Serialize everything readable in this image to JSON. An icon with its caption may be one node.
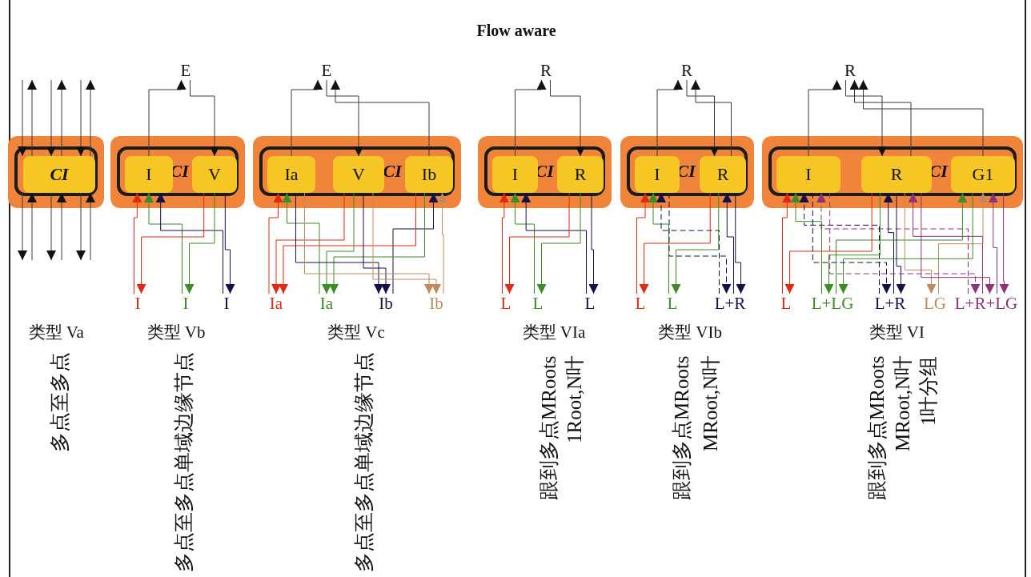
{
  "diagram": {
    "title": "Flow aware",
    "nodes": [
      {
        "text": [],
        "shape": "box"
      },
      {
        "text": [],
        "shape": "box",
        "in": 0
      },
      {
        "text": [
          "CI"
        ],
        "in": 1
      },
      {
        "text": [],
        "shape": "box"
      },
      {
        "text": [
          "CI"
        ],
        "in": 3
      },
      {
        "text": [
          "I"
        ],
        "in": 4
      },
      {
        "text": [
          "V"
        ],
        "in": 4
      },
      {
        "text": [
          "E"
        ]
      },
      {
        "text": [
          "I"
        ]
      },
      {
        "text": [
          "I"
        ]
      },
      {
        "text": [
          "I"
        ]
      },
      {
        "text": [],
        "shape": "box"
      },
      {
        "text": [
          "CI"
        ],
        "in": 11
      },
      {
        "text": [
          "Ia"
        ],
        "in": 12
      },
      {
        "text": [
          "V"
        ],
        "in": 12
      },
      {
        "text": [
          "Ib"
        ],
        "in": 12
      },
      {
        "text": [
          "E"
        ]
      },
      {
        "text": [
          "Ia"
        ]
      },
      {
        "text": [
          "Ia"
        ]
      },
      {
        "text": [
          "Ib"
        ]
      },
      {
        "text": [
          "Ib"
        ]
      },
      {
        "text": [],
        "shape": "box"
      },
      {
        "text": [
          "CI"
        ],
        "in": 21
      },
      {
        "text": [
          "I"
        ],
        "in": 22
      },
      {
        "text": [
          "R"
        ],
        "in": 22
      },
      {
        "text": [
          "R"
        ]
      },
      {
        "text": [
          "L"
        ]
      },
      {
        "text": [
          "L"
        ]
      },
      {
        "text": [
          "L"
        ]
      },
      {
        "text": [],
        "shape": "box"
      },
      {
        "text": [
          "CI"
        ],
        "in": 29
      },
      {
        "text": [
          "I"
        ],
        "in": 30
      },
      {
        "text": [
          "R"
        ],
        "in": 30
      },
      {
        "text": [
          "R"
        ]
      },
      {
        "text": [
          "L"
        ]
      },
      {
        "text": [
          "L"
        ]
      },
      {
        "text": [
          "L+R"
        ]
      },
      {
        "text": [],
        "shape": "box"
      },
      {
        "text": [
          "CI"
        ],
        "in": 37
      },
      {
        "text": [
          "I"
        ],
        "in": 38
      },
      {
        "text": [
          "R"
        ],
        "in": 38
      },
      {
        "text": [
          "G1"
        ],
        "in": 38
      },
      {
        "text": [
          "R"
        ]
      },
      {
        "text": [
          "L"
        ]
      },
      {
        "text": [
          "L+LG"
        ]
      },
      {
        "text": [
          "L+R"
        ]
      },
      {
        "text": [
          "LG"
        ]
      },
      {
        "text": [
          "L+R+LG"
        ]
      }
    ],
    "edges": [
      {
        "from": null,
        "to": 2,
        "arrow": "to"
      },
      {
        "from": 2,
        "to": null,
        "arrow": "to"
      },
      {
        "from": 2,
        "to": null,
        "arrow": "to"
      },
      {
        "from": null,
        "to": 2,
        "arrow": "to"
      },
      {
        "from": null,
        "to": 2,
        "arrow": "to"
      },
      {
        "from": 2,
        "to": null,
        "arrow": "to"
      },
      {
        "from": 2,
        "to": null,
        "arrow": "to"
      },
      {
        "from": null,
        "to": 2,
        "arrow": "to"
      },
      {
        "from": null,
        "to": 2,
        "arrow": "to"
      },
      {
        "from": 2,
        "to": null,
        "arrow": "to"
      },
      {
        "from": 2,
        "to": null,
        "arrow": "to"
      },
      {
        "from": null,
        "to": 2,
        "arrow": "to"
      },
      {
        "from": 5,
        "to": 7,
        "arrow": "to"
      },
      {
        "from": 7,
        "to": 6,
        "arrow": "to"
      },
      {
        "from": 8,
        "to": 5,
        "arrow": "to",
        "color": "#e02a12"
      },
      {
        "from": 9,
        "to": 5,
        "arrow": "to",
        "color": "#3c8c28"
      },
      {
        "from": 10,
        "to": 5,
        "arrow": "to",
        "color": "#141048"
      },
      {
        "from": 6,
        "to": 8,
        "arrow": "to",
        "color": "#e02a12"
      },
      {
        "from": 6,
        "to": 9,
        "arrow": "to",
        "color": "#3c8c28"
      },
      {
        "from": 6,
        "to": 10,
        "arrow": "to",
        "color": "#141048"
      },
      {
        "from": 13,
        "to": 16,
        "arrow": "to"
      },
      {
        "from": 16,
        "to": 14,
        "arrow": "to"
      },
      {
        "from": 15,
        "to": 16,
        "arrow": "to"
      },
      {
        "from": 17,
        "to": 13,
        "arrow": "to",
        "color": "#e02a12"
      },
      {
        "from": 18,
        "to": 13,
        "arrow": "to",
        "color": "#3c8c28"
      },
      {
        "from": 19,
        "to": 15,
        "arrow": "to",
        "color": "#141048"
      },
      {
        "from": 20,
        "to": 15,
        "arrow": "to",
        "color": "#c08a60"
      },
      {
        "from": 14,
        "to": 17,
        "arrow": "to",
        "color": "#e02a12"
      },
      {
        "from": 15,
        "to": 17,
        "arrow": "to",
        "color": "#e02a12"
      },
      {
        "from": 14,
        "to": 18,
        "arrow": "to",
        "color": "#3c8c28"
      },
      {
        "from": 15,
        "to": 18,
        "arrow": "to",
        "color": "#3c8c28"
      },
      {
        "from": 13,
        "to": 19,
        "arrow": "to",
        "color": "#141048"
      },
      {
        "from": 14,
        "to": 19,
        "arrow": "to",
        "color": "#141048"
      },
      {
        "from": 13,
        "to": 20,
        "arrow": "to",
        "color": "#c08a60"
      },
      {
        "from": 14,
        "to": 20,
        "arrow": "to",
        "color": "#c08a60"
      },
      {
        "from": 23,
        "to": 25,
        "arrow": "to"
      },
      {
        "from": 25,
        "to": 24,
        "arrow": "to"
      },
      {
        "from": 26,
        "to": 23,
        "arrow": "to",
        "color": "#e02a12"
      },
      {
        "from": 27,
        "to": 23,
        "arrow": "to",
        "color": "#3c8c28"
      },
      {
        "from": 28,
        "to": 23,
        "arrow": "to",
        "color": "#141048"
      },
      {
        "from": 24,
        "to": 26,
        "arrow": "to",
        "color": "#e02a12"
      },
      {
        "from": 24,
        "to": 27,
        "arrow": "to",
        "color": "#3c8c28"
      },
      {
        "from": 24,
        "to": 28,
        "arrow": "to",
        "color": "#141048"
      },
      {
        "from": 31,
        "to": 33,
        "arrow": "to"
      },
      {
        "from": 33,
        "to": 32,
        "arrow": "to"
      },
      {
        "from": 32,
        "to": 33,
        "arrow": "to"
      },
      {
        "from": 34,
        "to": 31,
        "arrow": "to",
        "color": "#e02a12"
      },
      {
        "from": 35,
        "to": 31,
        "arrow": "to",
        "color": "#3c8c28"
      },
      {
        "from": 36,
        "to": 31,
        "arrow": "to",
        "color": "#141048",
        "style": "dashed"
      },
      {
        "from": 36,
        "to": 32,
        "arrow": "to",
        "color": "#141048"
      },
      {
        "from": 32,
        "to": 34,
        "arrow": "to",
        "color": "#e02a12"
      },
      {
        "from": 32,
        "to": 35,
        "arrow": "to",
        "color": "#3c8c28"
      },
      {
        "from": 31,
        "to": 36,
        "arrow": "to",
        "color": "#141048",
        "style": "dashed"
      },
      {
        "from": 32,
        "to": 36,
        "arrow": "to",
        "color": "#141048"
      },
      {
        "from": 39,
        "to": 42,
        "arrow": "to"
      },
      {
        "from": 42,
        "to": 40,
        "arrow": "to"
      },
      {
        "from": 40,
        "to": 42,
        "arrow": "to"
      },
      {
        "from": 41,
        "to": 42,
        "arrow": "to"
      },
      {
        "from": 43,
        "to": 39,
        "arrow": "to",
        "color": "#e02a12"
      },
      {
        "from": 44,
        "to": 39,
        "arrow": "to",
        "color": "#3c8c28"
      },
      {
        "from": 45,
        "to": 39,
        "arrow": "to",
        "color": "#141048",
        "style": "dashed"
      },
      {
        "from": 47,
        "to": 39,
        "arrow": "to",
        "color": "#8c3478",
        "style": "dashed"
      },
      {
        "from": 45,
        "to": 40,
        "arrow": "to",
        "color": "#141048"
      },
      {
        "from": 47,
        "to": 40,
        "arrow": "to",
        "color": "#8c3478"
      },
      {
        "from": 44,
        "to": 41,
        "arrow": "to",
        "color": "#3c8c28"
      },
      {
        "from": 46,
        "to": 41,
        "arrow": "to",
        "color": "#c08a60"
      },
      {
        "from": 47,
        "to": 41,
        "arrow": "to",
        "color": "#8c3478"
      },
      {
        "from": 40,
        "to": 43,
        "arrow": "to",
        "color": "#e02a12"
      },
      {
        "from": 40,
        "to": 44,
        "arrow": "to",
        "color": "#3c8c28"
      },
      {
        "from": 41,
        "to": 44,
        "arrow": "to",
        "color": "#3c8c28"
      },
      {
        "from": 39,
        "to": 45,
        "arrow": "to",
        "color": "#141048",
        "style": "dashed"
      },
      {
        "from": 40,
        "to": 45,
        "arrow": "to",
        "color": "#141048"
      },
      {
        "from": 40,
        "to": 46,
        "arrow": "to",
        "color": "#c08a60"
      },
      {
        "from": 39,
        "to": 47,
        "arrow": "to",
        "color": "#8c3478",
        "style": "dashed"
      },
      {
        "from": 40,
        "to": 47,
        "arrow": "to",
        "color": "#8c3478"
      },
      {
        "from": 41,
        "to": 47,
        "arrow": "to",
        "color": "#8c3478"
      }
    ],
    "labels": [
      "类型 Va",
      "多点至多点",
      "类型 Vb",
      "多点至多点单域边缘节点",
      "类型 Vc",
      "多点至多点单域边缘节点",
      "类型 VIa",
      "跟到多点MRoots",
      "1Root,N叶",
      "类型 VIb",
      "跟到多点MRoots",
      "MRoot,N叶",
      "类型 VI",
      "跟到多点MRoots",
      "MRoot,N叶",
      "1叶分组"
    ]
  }
}
